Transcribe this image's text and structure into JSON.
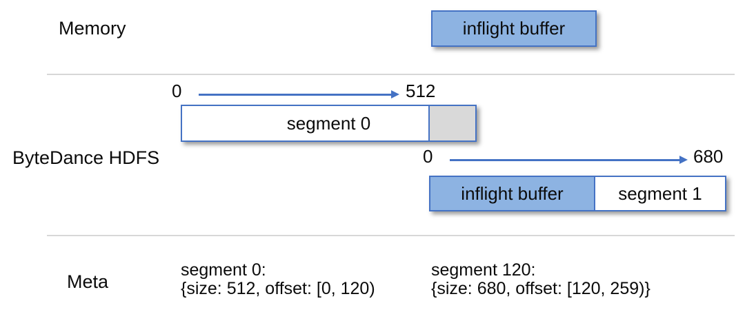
{
  "labels": {
    "memory": "Memory",
    "hdfs": "ByteDance HDFS",
    "meta": "Meta"
  },
  "memory_row": {
    "inflight_buffer": "inflight buffer"
  },
  "hdfs_row": {
    "segment0_ruler": {
      "start": "0",
      "end": "512"
    },
    "segment0_label": "segment 0",
    "segment1_ruler": {
      "start": "0",
      "end": "680"
    },
    "segment1_inflight_label": "inflight buffer",
    "segment1_label": "segment 1"
  },
  "meta_row": {
    "entries": [
      {
        "title": "segment 0:",
        "detail": "{size: 512, offset: [0, 120)"
      },
      {
        "title": "segment 120:",
        "detail": "{size: 680, offset: [120, 259)}"
      }
    ]
  },
  "colors": {
    "fill_blue": "#8db3e2",
    "border_blue": "#4472c4",
    "fill_gray": "#d9d9d9",
    "divider": "#d7d7d7",
    "arrow": "#4472c4",
    "text": "#0b0b0b"
  }
}
